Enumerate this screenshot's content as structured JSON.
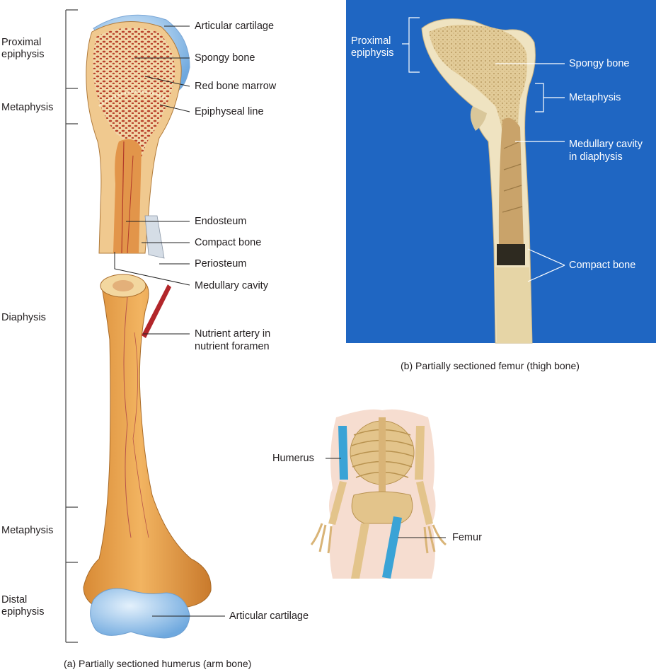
{
  "panel_a": {
    "caption": "(a) Partially sectioned humerus (arm bone)",
    "regions": {
      "proximal_epiphysis_1": "Proximal",
      "proximal_epiphysis_2": "epiphysis",
      "metaphysis_top": "Metaphysis",
      "diaphysis": "Diaphysis",
      "metaphysis_bottom": "Metaphysis",
      "distal_epiphysis_1": "Distal",
      "distal_epiphysis_2": "epiphysis"
    },
    "labels": {
      "articular_cartilage_top": "Articular cartilage",
      "spongy_bone": "Spongy  bone",
      "red_bone_marrow": "Red bone marrow",
      "epiphyseal_line": "Epiphyseal line",
      "endosteum": "Endosteum",
      "compact_bone": "Compact bone",
      "periosteum": "Periosteum",
      "medullary_cavity": "Medullary cavity",
      "nutrient_artery_1": "Nutrient artery in",
      "nutrient_artery_2": "nutrient foramen",
      "articular_cartilage_bottom": "Articular cartilage"
    }
  },
  "panel_b": {
    "caption": "(b) Partially sectioned femur (thigh bone)",
    "labels": {
      "proximal_epiphysis_1": "Proximal",
      "proximal_epiphysis_2": "epiphysis",
      "spongy_bone": "Spongy bone",
      "metaphysis": "Metaphysis",
      "medullary_cavity_1": "Medullary cavity",
      "medullary_cavity_2": "in diaphysis",
      "compact_bone": "Compact bone"
    }
  },
  "skeleton": {
    "humerus": "Humerus",
    "femur": "Femur"
  },
  "colors": {
    "photo_background": "#1f66c2",
    "bone": "#e8a552",
    "cartilage": "#a9cdf0",
    "highlight_bone": "#3aa3d6",
    "marrow": "#c0442c"
  }
}
